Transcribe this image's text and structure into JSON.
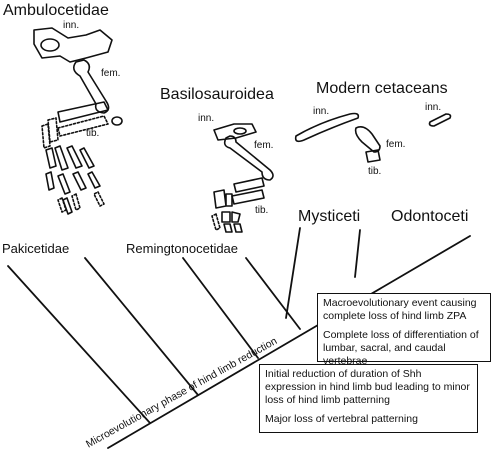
{
  "figure": {
    "groups": {
      "ambulocetidae": "Ambulocetidae",
      "basilosauroidea": "Basilosauroidea",
      "modern_cetaceans": "Modern cetaceans"
    },
    "bone_labels": {
      "amb_inn": "inn.",
      "amb_fem": "fem.",
      "amb_tib": "tib.",
      "bas_inn": "inn.",
      "bas_fem": "fem.",
      "bas_tib": "tib.",
      "mod_inn_left": "inn.",
      "mod_inn_right": "inn.",
      "mod_fem": "fem.",
      "mod_tib": "tib."
    },
    "taxa": {
      "pakicetidae": "Pakicetidae",
      "remingtonocetidae": "Remingtonocetidae",
      "mysticeti": "Mysticeti",
      "odontoceti": "Odontoceti"
    },
    "axis_label": "Microevolutionary phase of hind limb reduction",
    "box_upper": [
      "Macroevolutionary event causing complete loss of hind limb ZPA",
      "Complete loss of differentiation of lumbar, sacral, and caudal vertebrae"
    ],
    "box_lower": [
      "Initial reduction of duration of Shh expression in hind limb bud leading to minor loss of hind limb patterning",
      "Major loss of vertebral patterning"
    ]
  }
}
